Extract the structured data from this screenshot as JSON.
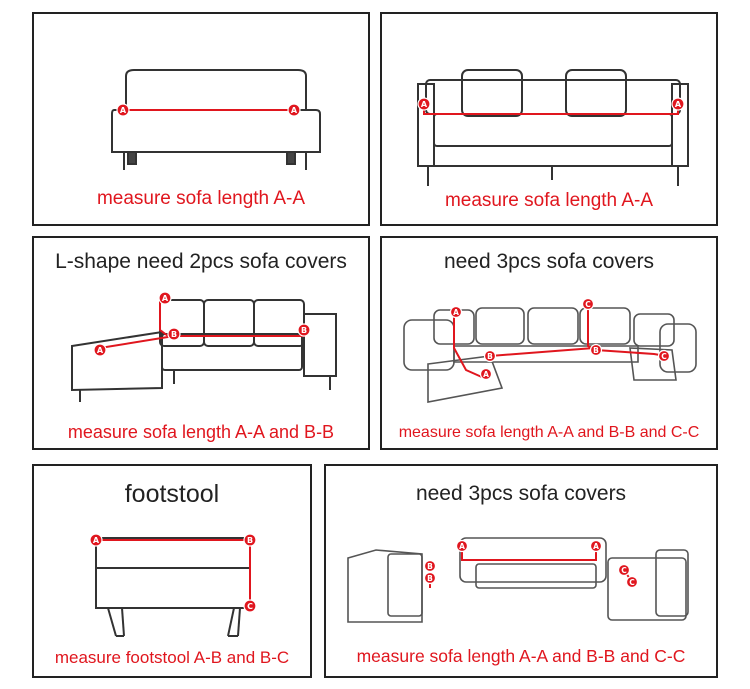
{
  "panels": [
    {
      "caption": "measure sofa length A-A"
    },
    {
      "caption": "measure sofa length A-A"
    },
    {
      "title": "L-shape need 2pcs sofa covers",
      "caption": "measure sofa length A-A and B-B"
    },
    {
      "title": "need 3pcs sofa covers",
      "caption": "measure sofa length A-A and B-B and C-C"
    },
    {
      "title": "footstool",
      "caption": "measure footstool A-B and B-C"
    },
    {
      "title": "need 3pcs sofa covers",
      "caption": "measure sofa length A-A and B-B and C-C"
    }
  ],
  "markers": {
    "a": "A",
    "b": "B",
    "c": "C"
  },
  "colors": {
    "accent": "#e0161e",
    "border": "#222222"
  }
}
